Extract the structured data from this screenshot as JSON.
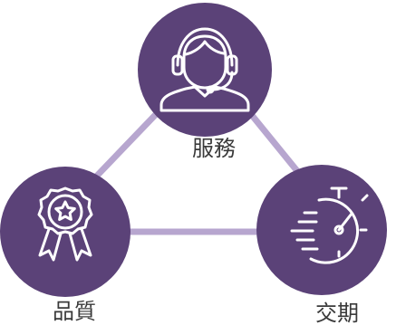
{
  "colors": {
    "node_fill": "#5b4278",
    "connector": "#b7a6cf",
    "icon_stroke": "#ffffff",
    "label_text": "#3a3a3a"
  },
  "nodes": {
    "service": {
      "label": "服務",
      "icon": "headset-support-icon"
    },
    "quality": {
      "label": "品質",
      "icon": "award-ribbon-star-icon"
    },
    "delivery": {
      "label": "交期",
      "icon": "stopwatch-speed-icon"
    }
  }
}
